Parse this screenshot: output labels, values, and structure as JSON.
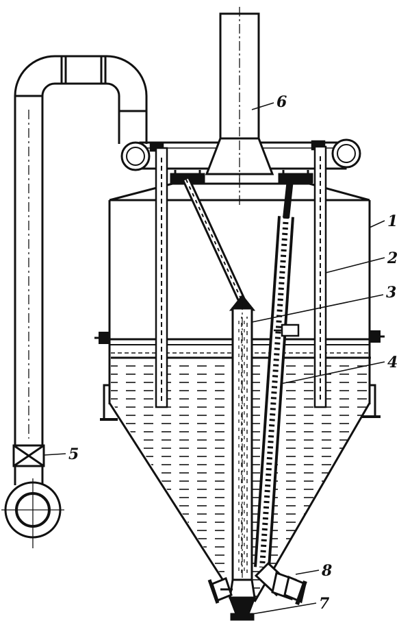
{
  "colors": {
    "ink": "#111111",
    "paper": "#ffffff"
  },
  "callouts": {
    "label_1": "1",
    "label_2": "2",
    "label_3": "3",
    "label_4": "4",
    "label_5": "5",
    "label_6": "6",
    "label_7": "7",
    "label_8": "8"
  }
}
